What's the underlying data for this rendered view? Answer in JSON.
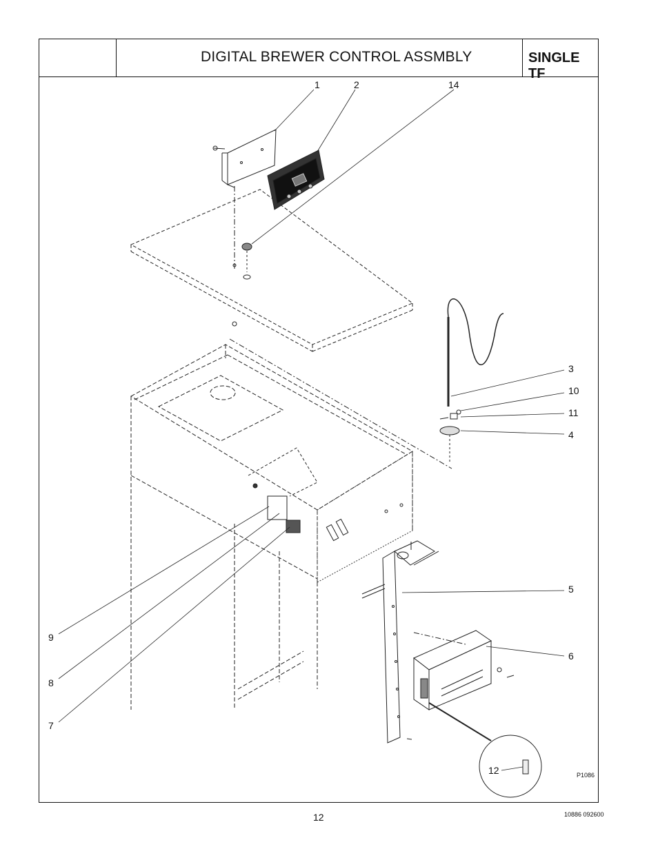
{
  "header": {
    "title": "DIGITAL BREWER CONTROL ASSMBLY",
    "model": "SINGLE TF"
  },
  "callouts": [
    "1",
    "2",
    "14",
    "3",
    "10",
    "11",
    "4",
    "5",
    "6",
    "9",
    "8",
    "7",
    "12"
  ],
  "figure_code": "P1086",
  "footer": {
    "page_number": "12",
    "doc_code": "10886 092600"
  }
}
